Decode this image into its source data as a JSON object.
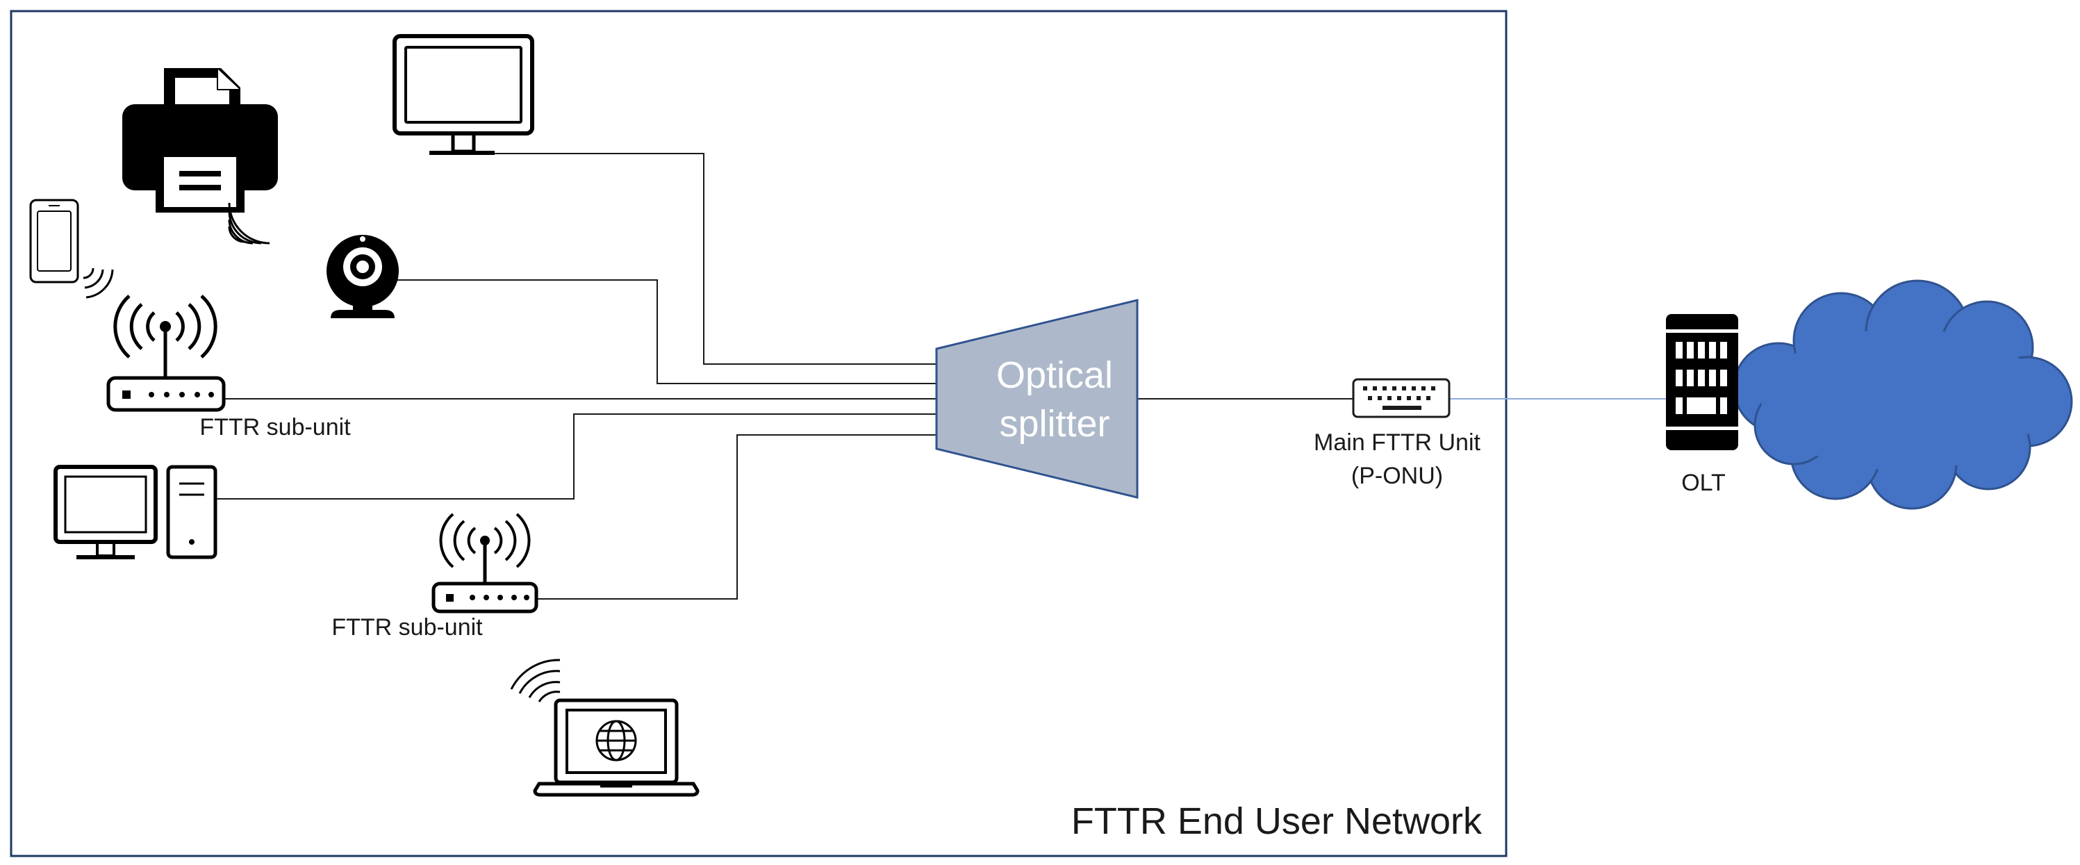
{
  "region": {
    "label": "FTTR End User Network",
    "border_color": "#1f3864"
  },
  "splitter": {
    "line1": "Optical",
    "line2": "splitter",
    "fill": "#adb9ca",
    "stroke": "#2f528f",
    "text_color": "#ffffff"
  },
  "main_unit": {
    "line1": "Main FTTR Unit",
    "line2": "(P-ONU)"
  },
  "olt": {
    "label": "OLT"
  },
  "cloud": {
    "fill": "#4472c4",
    "stroke": "#2f528f"
  },
  "sub_units": [
    {
      "label": "FTTR sub-unit"
    },
    {
      "label": "FTTR sub-unit"
    }
  ],
  "fiber_color": "#8faadc",
  "icons": [
    "monitor-icon",
    "printer-icon",
    "smartphone-icon",
    "webcam-icon",
    "router-icon",
    "desktop-computer-icon",
    "laptop-icon",
    "wifi-signal-icon",
    "onu-device-icon",
    "server-rack-icon",
    "cloud-icon"
  ]
}
